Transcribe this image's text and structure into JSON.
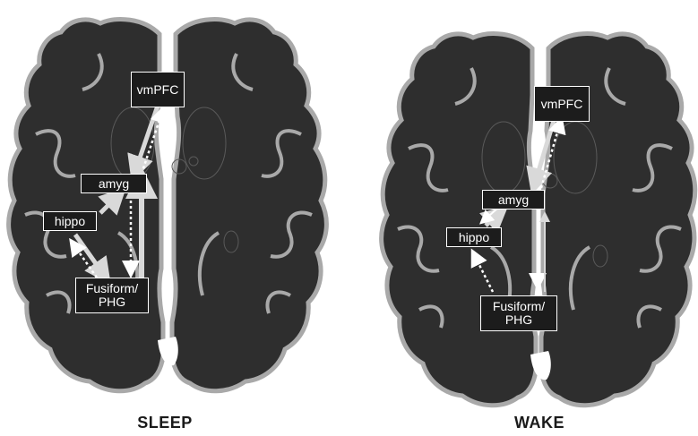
{
  "panels": [
    {
      "caption": "SLEEP",
      "regions": {
        "vmpfc": "vmPFC",
        "amyg": "amyg",
        "hippo": "hippo",
        "fusiform_line1": "Fusiform/",
        "fusiform_line2": "PHG"
      }
    },
    {
      "caption": "WAKE",
      "regions": {
        "vmpfc": "vmPFC",
        "amyg": "amyg",
        "hippo": "hippo",
        "fusiform_line1": "Fusiform/",
        "fusiform_line2": "PHG"
      }
    }
  ],
  "colors": {
    "brain_fill": "#2e2e2e",
    "brain_outline": "#a9a9a9",
    "solid_arrow": "#d9d9d9",
    "dotted_arrow": "#ffffff",
    "box_fill": "#1c1c1c"
  }
}
